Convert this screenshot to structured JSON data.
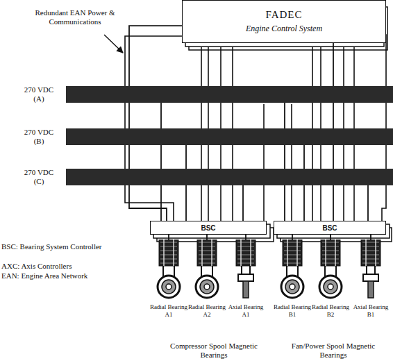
{
  "diagram": {
    "nodes": [
      {
        "text": [
          "FADEC",
          "Engine Control System"
        ]
      },
      {
        "text": [
          "270 VDC (A)"
        ]
      },
      {
        "text": [
          "270 VDC (B)"
        ]
      },
      {
        "text": [
          "270 VDC (C)"
        ]
      },
      {
        "text": [
          "BSC"
        ]
      },
      {
        "text": [
          "BSC"
        ]
      },
      {
        "text": [
          "Radial Bearing A1"
        ]
      },
      {
        "text": [
          "Radial Bearing A2"
        ]
      },
      {
        "text": [
          "Axial Bearing A1"
        ]
      },
      {
        "text": [
          "Radial Bearing B1"
        ]
      },
      {
        "text": [
          "Radial Bearing B2"
        ]
      },
      {
        "text": [
          "Axial Bearing B1"
        ]
      }
    ],
    "edges": [
      {
        "from": 0,
        "to": 4,
        "arrow": "none"
      },
      {
        "from": 0,
        "to": 5,
        "arrow": "none"
      },
      {
        "from": 1,
        "to": 4,
        "arrow": "none"
      },
      {
        "from": 2,
        "to": 4,
        "arrow": "none"
      },
      {
        "from": 3,
        "to": 4,
        "arrow": "none"
      },
      {
        "from": 1,
        "to": 5,
        "arrow": "none"
      },
      {
        "from": 2,
        "to": 5,
        "arrow": "none"
      },
      {
        "from": 3,
        "to": 5,
        "arrow": "none"
      },
      {
        "from": 4,
        "to": 6,
        "arrow": "none"
      },
      {
        "from": 4,
        "to": 7,
        "arrow": "none"
      },
      {
        "from": 4,
        "to": 8,
        "arrow": "none"
      },
      {
        "from": 5,
        "to": 9,
        "arrow": "none"
      },
      {
        "from": 5,
        "to": 10,
        "arrow": "none"
      },
      {
        "from": 5,
        "to": 11,
        "arrow": "none"
      }
    ],
    "labels": [
      "Redundant EAN Power & Communications",
      "BSC: Bearing System Controller",
      "AXC: Axis Controllers",
      "EAN: Engine Area Network",
      "Compressor Spool Magnetic Bearings",
      "Fan/Power Spool Magnetic Bearings"
    ]
  }
}
